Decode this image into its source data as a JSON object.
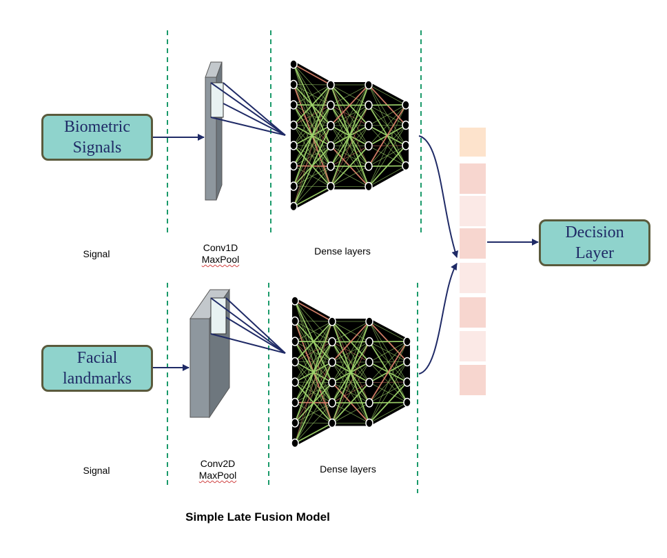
{
  "title": "Simple Late Fusion Model",
  "top_branch": {
    "input_label_line1": "Biometric",
    "input_label_line2": "Signals",
    "stage1_caption": "Signal",
    "stage2_caption_line1": "Conv1D",
    "stage2_caption_line2": "MaxPool",
    "stage3_caption": "Dense layers"
  },
  "bottom_branch": {
    "input_label_line1": "Facial",
    "input_label_line2": "landmarks",
    "stage1_caption": "Signal",
    "stage2_caption_line1": "Conv2D",
    "stage2_caption_line2": "MaxPool",
    "stage3_caption": "Dense layers"
  },
  "output": {
    "label_line1": "Decision",
    "label_line2": "Layer"
  },
  "colors": {
    "input_box_fill": "#8fd3cc",
    "input_box_border": "#5a5a3c",
    "box_text": "#1f2a66",
    "arrow": "#1f2a66",
    "divider": "#1a9a6a",
    "network_bg": "#000000",
    "edge_green": "#9ed36a",
    "edge_red": "#d9826a",
    "fusion_cells": [
      "#fde3cc",
      "#f7d6cf",
      "#fbe9e6",
      "#f7d6cf",
      "#fbe9e6",
      "#f7d6cf",
      "#fbe9e6",
      "#f7d6cf"
    ]
  }
}
